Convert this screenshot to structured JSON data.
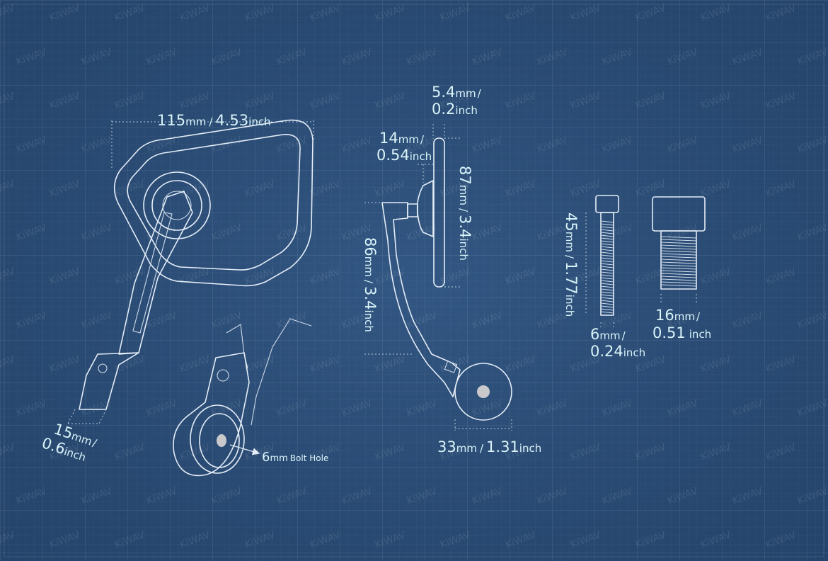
{
  "watermark": "KiWAV",
  "colors": {
    "background": "#294a73",
    "line": "#e4edf7",
    "label": "#d9f3f8"
  },
  "dimensions": {
    "mirror_width": {
      "value": "115",
      "unit_mm": "mm",
      "sep": "/",
      "imperial": "4.53",
      "unit_in": "inch"
    },
    "clamp_width": {
      "value": "15",
      "unit_mm": "mm",
      "sep": "/",
      "imperial": "0.6",
      "unit_in": "inch"
    },
    "bolt_hole": {
      "value": "6",
      "unit_mm": "mm",
      "text": "Bolt Hole"
    },
    "glass_thickness": {
      "value": "5.4",
      "unit_mm": "mm",
      "sep": "/",
      "imperial": "0.2",
      "unit_in": "inch"
    },
    "mount_depth": {
      "value": "14",
      "unit_mm": "mm",
      "sep": "/",
      "imperial": "0.54",
      "unit_in": "inch"
    },
    "mirror_height": {
      "value": "87",
      "unit_mm": "mm",
      "sep": "/",
      "imperial": "3.4",
      "unit_in": "inch"
    },
    "arm_height": {
      "value": "86",
      "unit_mm": "mm",
      "sep": "/",
      "imperial": "3.4",
      "unit_in": "inch"
    },
    "clamp_diameter": {
      "value": "33",
      "unit_mm": "mm",
      "sep": "/",
      "imperial": "1.31",
      "unit_in": "inch"
    },
    "bolt_length": {
      "value": "45",
      "unit_mm": "mm",
      "sep": "/",
      "imperial": "1.77",
      "unit_in": "inch"
    },
    "bolt_diameter": {
      "value": "6",
      "unit_mm": "mm",
      "sep": "/",
      "imperial": "0.24",
      "unit_in": "inch"
    },
    "insert_diameter": {
      "value": "16",
      "unit_mm": "mm",
      "sep": "/",
      "imperial": "0.51",
      "unit_in": "inch"
    }
  }
}
